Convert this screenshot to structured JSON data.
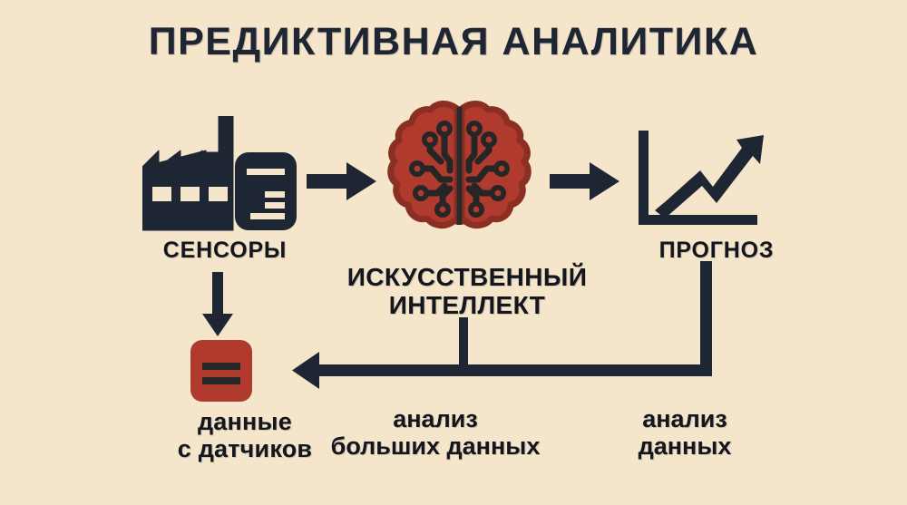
{
  "page": {
    "title": "ПРЕДИКТИВНАЯ АНАЛИТИКА",
    "background_color": "#f4e5cb",
    "ink_color": "#1f2633",
    "accent_color": "#b03a2e"
  },
  "nodes": {
    "sensors": {
      "label": "СЕНСОРЫ",
      "icons": [
        "factory-icon",
        "document-icon"
      ]
    },
    "ai": {
      "label_line1": "ИСКУССТВЕННЫЙ",
      "label_line2": "ИНТЕЛЛЕКТ",
      "icon": "brain-circuit-icon",
      "icon_color": "#b03a2e"
    },
    "forecast": {
      "label": "ПРОГНОЗ",
      "icon": "rising-chart-arrow-icon"
    },
    "sensor_data": {
      "label_line1": "данные",
      "label_line2": "с датчиков",
      "icon": "equals-data-icon",
      "icon_color": "#b03a2e"
    }
  },
  "flows": {
    "sensors_to_ai": "arrow-right",
    "ai_to_forecast": "arrow-right",
    "sensors_to_data": "arrow-down",
    "feedback": {
      "label_bigdata_line1": "анализ",
      "label_bigdata_line2": "больших данных",
      "label_analysis_line1": "анализ",
      "label_analysis_line2": "данных",
      "direction": "right-to-left"
    }
  }
}
